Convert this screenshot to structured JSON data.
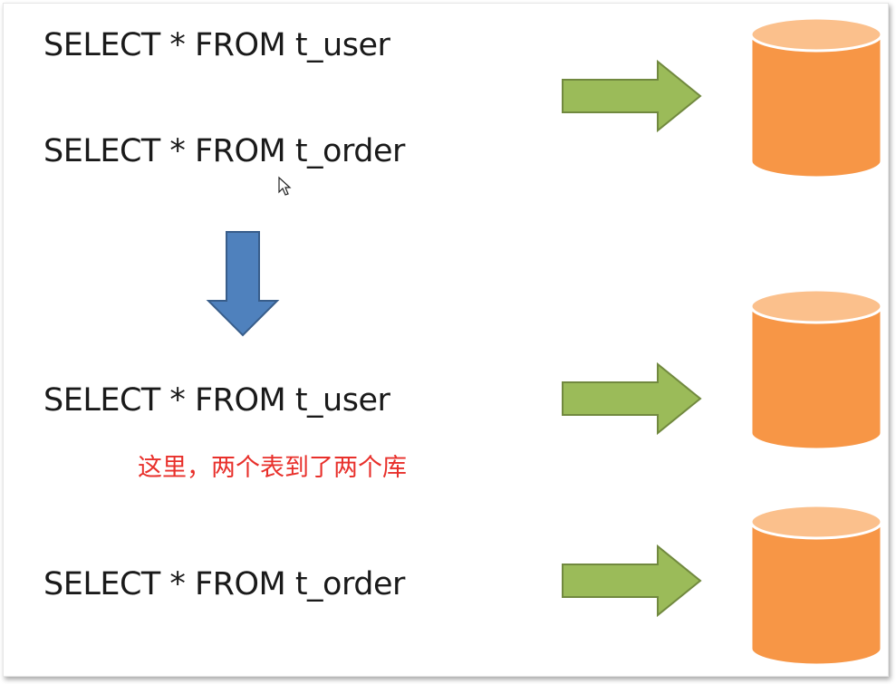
{
  "group_single": {
    "query_user": "SELECT * FROM t_user",
    "query_order": "SELECT * FROM t_order"
  },
  "group_split": {
    "query_user": "SELECT * FROM t_user",
    "note": "这里，两个表到了两个库",
    "query_order": "SELECT * FROM t_order"
  },
  "colors": {
    "arrow_green": "#9bbb59",
    "arrow_green_border": "#71893f",
    "arrow_blue": "#4f81bd",
    "arrow_blue_border": "#385d8a",
    "db_orange": "#f79646",
    "db_top": "#fbc08c",
    "note_red": "#e8302b"
  }
}
